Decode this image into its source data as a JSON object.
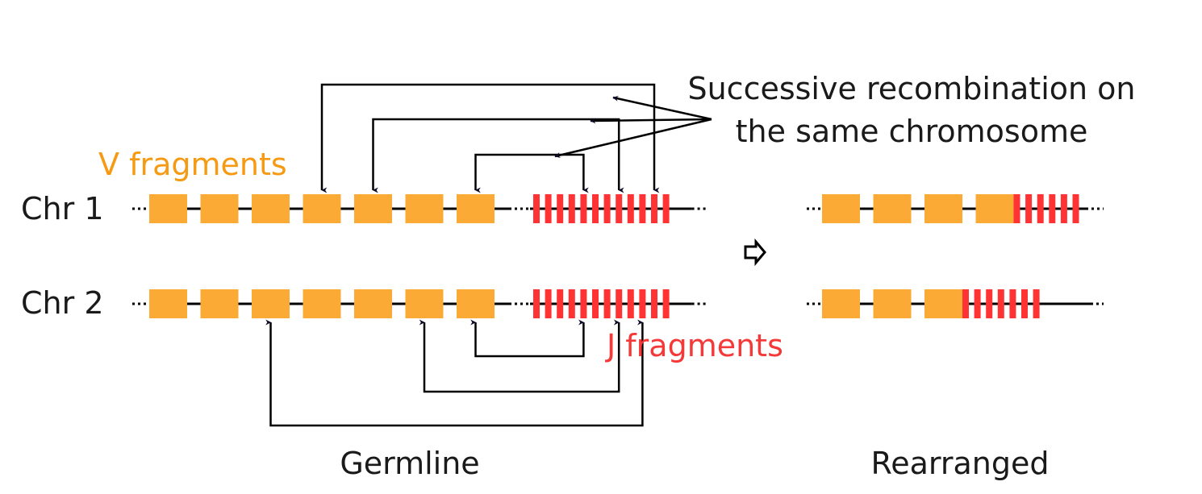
{
  "title_annotation": {
    "line1": "Successive recombination on",
    "line2": "the same chromosome"
  },
  "labels": {
    "v_fragments": "V fragments",
    "j_fragments": "J fragments",
    "chr1": "Chr 1",
    "chr2": "Chr 2",
    "germline": "Germline",
    "rearranged": "Rearranged",
    "arrow_glyph": "⇨"
  },
  "colors": {
    "v_fragment": "#fbab35",
    "j_fragment": "#ff3333",
    "v_label": "#f59a12",
    "j_label": "#f53838",
    "line": "#000000",
    "arrow": "#0b0b2a",
    "text": "#1a1a1a"
  },
  "germline": {
    "chr1": {
      "v_count": 7,
      "j_count": 12
    },
    "chr2": {
      "v_count": 7,
      "j_count": 12
    }
  },
  "rearranged": {
    "chr1": {
      "v_count": 4,
      "j_count": 6
    },
    "chr2": {
      "v_count": 3,
      "j_count": 7
    }
  },
  "recombinations": {
    "chr1": [
      {
        "v_index": 3,
        "j_index": 10,
        "order": 1
      },
      {
        "v_index": 4,
        "j_index": 7,
        "order": 2
      },
      {
        "v_index": 6,
        "j_index": 4,
        "order": 3
      }
    ],
    "chr2": [
      {
        "v_index": 6,
        "j_index": 4,
        "order": 1
      },
      {
        "v_index": 5,
        "j_index": 7,
        "order": 2
      },
      {
        "v_index": 2,
        "j_index": 9,
        "order": 3
      }
    ]
  }
}
